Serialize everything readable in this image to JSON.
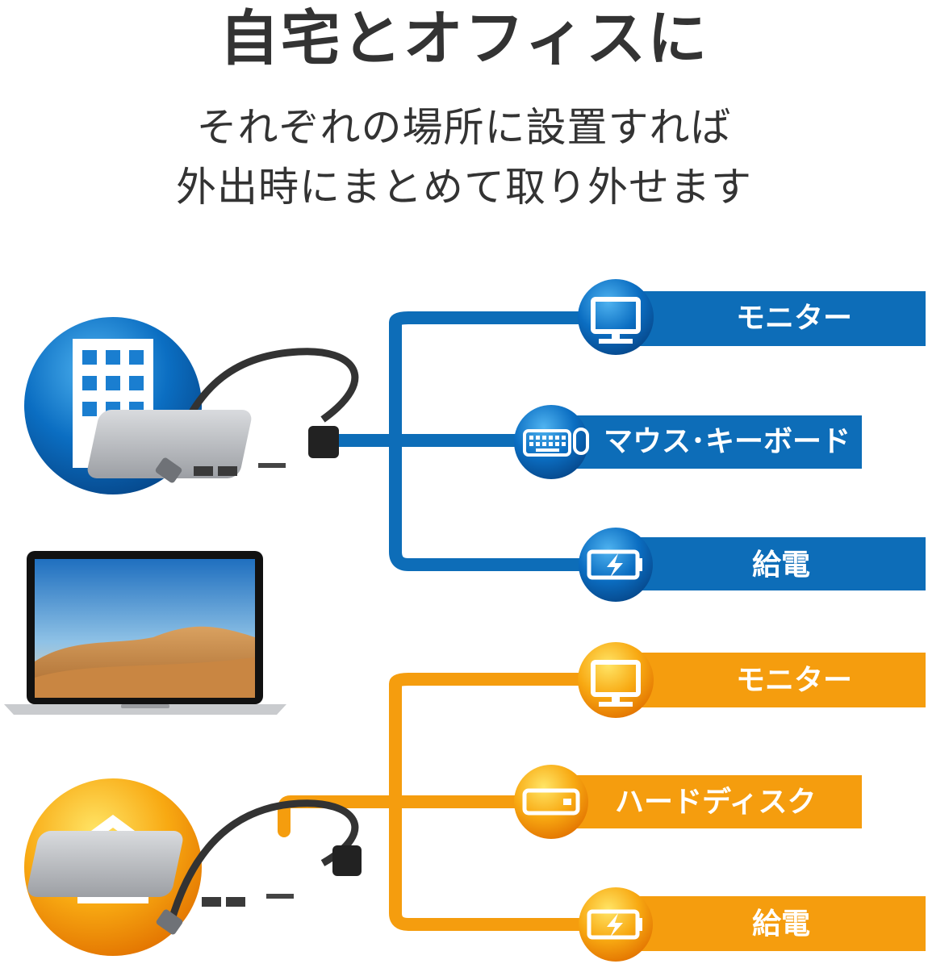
{
  "title": "自宅とオフィスに",
  "subtitle_line1": "それぞれの場所に設置すれば",
  "subtitle_line2": "外出時にまとめて取り外せます",
  "office": {
    "items": [
      {
        "label": "モニター",
        "icon": "monitor-icon"
      },
      {
        "label": "マウス･キーボード",
        "icon": "keyboard-mouse-icon"
      },
      {
        "label": "給電",
        "icon": "battery-charging-icon"
      }
    ],
    "icon": "office-building-icon"
  },
  "home": {
    "items": [
      {
        "label": "モニター",
        "icon": "monitor-icon"
      },
      {
        "label": "ハードディスク",
        "icon": "hard-disk-icon"
      },
      {
        "label": "給電",
        "icon": "battery-charging-icon"
      }
    ],
    "icon": "house-icon"
  },
  "colors": {
    "office_blue": "#0d6db8",
    "home_orange": "#f59d0e",
    "text_dark": "#333333"
  }
}
